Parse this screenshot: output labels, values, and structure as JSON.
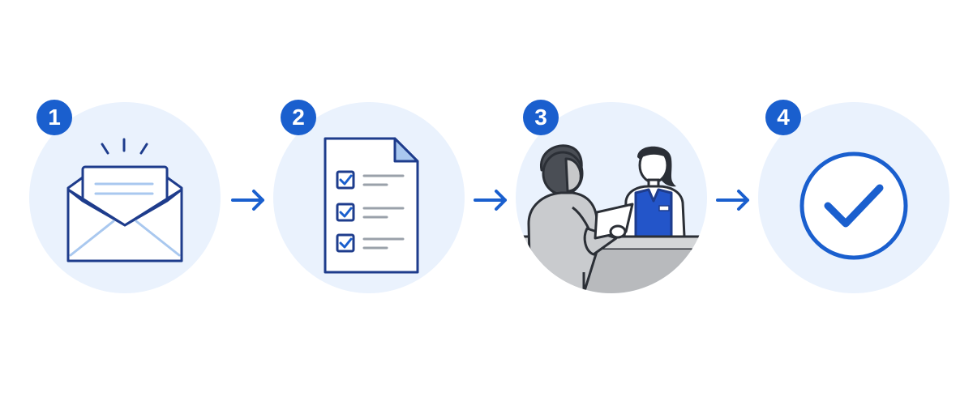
{
  "colors": {
    "accent": "#1a5fce",
    "circle_bg": "#eaf2fd",
    "line_dark": "#1e3c8c",
    "light_blue": "#a9c8ef",
    "gray_line": "#9aa1aa",
    "person_gray": "#c9cbce",
    "uniform_blue": "#2355c9",
    "counter_gray": "#b8babd"
  },
  "steps": [
    {
      "number": "1",
      "icon": "open-envelope-icon"
    },
    {
      "number": "2",
      "icon": "checklist-document-icon"
    },
    {
      "number": "3",
      "icon": "reception-counter-icon"
    },
    {
      "number": "4",
      "icon": "check-circle-icon"
    }
  ],
  "arrows": [
    {
      "icon": "arrow-right-icon"
    },
    {
      "icon": "arrow-right-icon"
    },
    {
      "icon": "arrow-right-icon"
    }
  ]
}
